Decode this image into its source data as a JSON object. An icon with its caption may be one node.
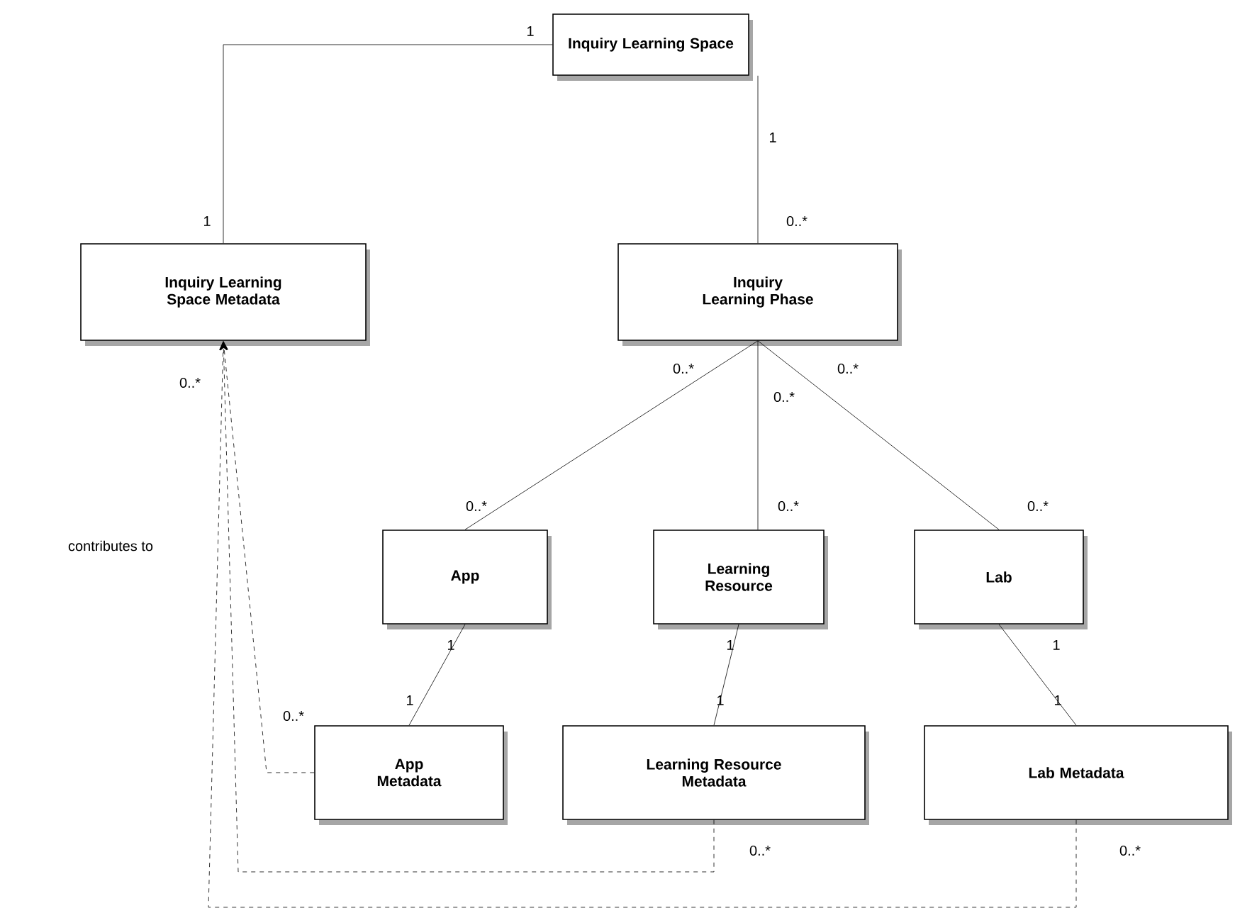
{
  "diagram": {
    "nodes": [
      {
        "text": [
          "Inquiry Learning Space"
        ]
      },
      {
        "text": [
          "Inquiry Learning Space Metadata"
        ]
      },
      {
        "text": [
          "Inquiry Learning Phase"
        ]
      },
      {
        "text": [
          "App"
        ]
      },
      {
        "text": [
          "Learning Resource"
        ]
      },
      {
        "text": [
          "Lab"
        ]
      },
      {
        "text": [
          "App Metadata"
        ]
      },
      {
        "text": [
          "Learning Resource Metadata"
        ]
      },
      {
        "text": [
          "Lab Metadata"
        ]
      }
    ],
    "edges": [
      {
        "from": 0,
        "to": 1,
        "arrow": "none"
      },
      {
        "from": 0,
        "to": 2,
        "arrow": "none"
      },
      {
        "from": 2,
        "to": 3,
        "arrow": "none"
      },
      {
        "from": 2,
        "to": 4,
        "arrow": "none"
      },
      {
        "from": 2,
        "to": 5,
        "arrow": "none"
      },
      {
        "from": 3,
        "to": 6,
        "arrow": "none"
      },
      {
        "from": 4,
        "to": 7,
        "arrow": "none"
      },
      {
        "from": 5,
        "to": 8,
        "arrow": "none"
      },
      {
        "from": 6,
        "to": 1,
        "arrow": "to",
        "style": "dashed"
      },
      {
        "from": 7,
        "to": 1,
        "arrow": "to",
        "style": "dashed"
      },
      {
        "from": 8,
        "to": 1,
        "arrow": "to",
        "style": "dashed",
        "label": "contributes to"
      }
    ],
    "labels": [
      "1",
      "1",
      "1",
      "0..*",
      "0..*",
      "0..*",
      "0..*",
      "0..*",
      "0..*",
      "0..*",
      "0..*",
      "1",
      "1",
      "1",
      "1",
      "1",
      "1",
      "0..*",
      "0..*",
      "0..*"
    ]
  }
}
